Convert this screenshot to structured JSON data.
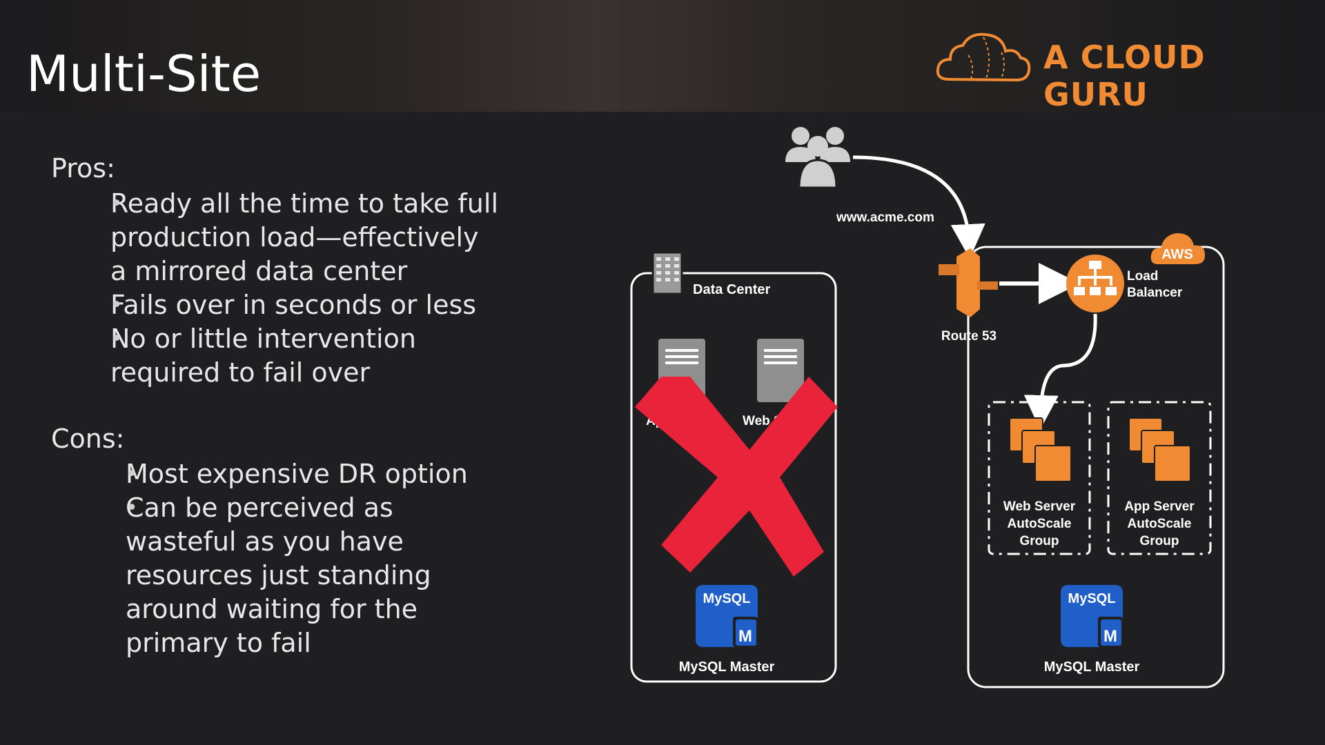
{
  "slide": {
    "title": "Multi-Site"
  },
  "brand": {
    "name": "A CLOUD GURU",
    "color": "#f08a33",
    "icon": "cloud-logo-icon"
  },
  "pros": {
    "heading": "Pros:",
    "items": [
      "Ready all the time to take full production load—effectively a mirrored data center",
      "Fails over in seconds or less",
      "No or little intervention required to fail over"
    ]
  },
  "cons": {
    "heading": "Cons:",
    "items": [
      "Most expensive DR option",
      "Can be perceived as wasteful as you have resources just standing around waiting for the primary to fail"
    ]
  },
  "diagram": {
    "url_label": "www.acme.com",
    "data_center_label": "Data Center",
    "dc_server_1_label": "App Server",
    "dc_server_2_label": "Web Server",
    "dc_db_label": "MySQL Master",
    "route53_label": "Route 53",
    "aws_badge": "AWS",
    "load_balancer_label": "Load Balancer",
    "web_asg_label": "Web Server AutoScale Group",
    "app_asg_label": "App Server AutoScale Group",
    "aws_db_label": "MySQL Master",
    "mysql_icon_text": "MySQL",
    "mysql_master_letter": "M",
    "colors": {
      "aws_orange": "#f08a33",
      "cross_red": "#e8233a",
      "mysql_blue": "#1f5fc7"
    }
  }
}
